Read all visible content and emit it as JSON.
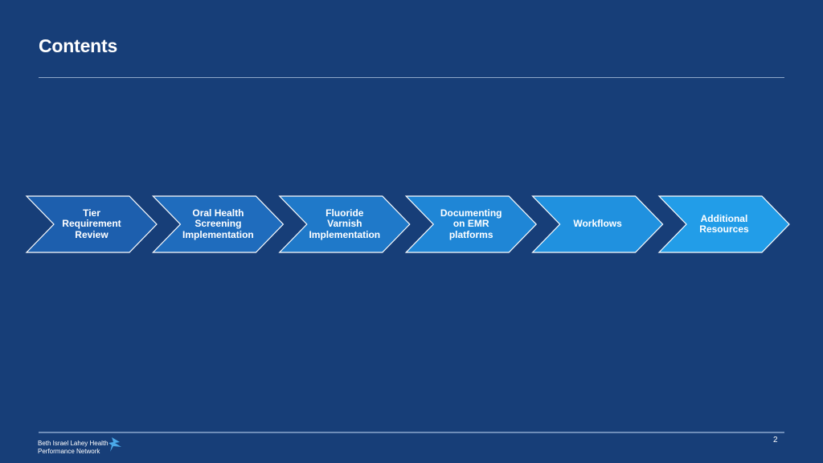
{
  "slide": {
    "title": "Contents",
    "page_number": "2"
  },
  "flow": {
    "steps": [
      {
        "label": "Tier\nRequirement\nReview",
        "color": "#1d5fae"
      },
      {
        "label": "Oral Health\nScreening\nImplementation",
        "color": "#1f6cbd"
      },
      {
        "label": "Fluoride\nVarnish\nImplementation",
        "color": "#1f79c9"
      },
      {
        "label": "Documenting\non EMR\nplatforms",
        "color": "#1f86d6"
      },
      {
        "label": "Workflows",
        "color": "#2091df"
      },
      {
        "label": "Additional\nResources",
        "color": "#229de8"
      }
    ]
  },
  "logo": {
    "text": "Beth Israel Lahey Health\nPerformance Network",
    "icon": "bird-icon",
    "accent": "#4aa8e8"
  }
}
